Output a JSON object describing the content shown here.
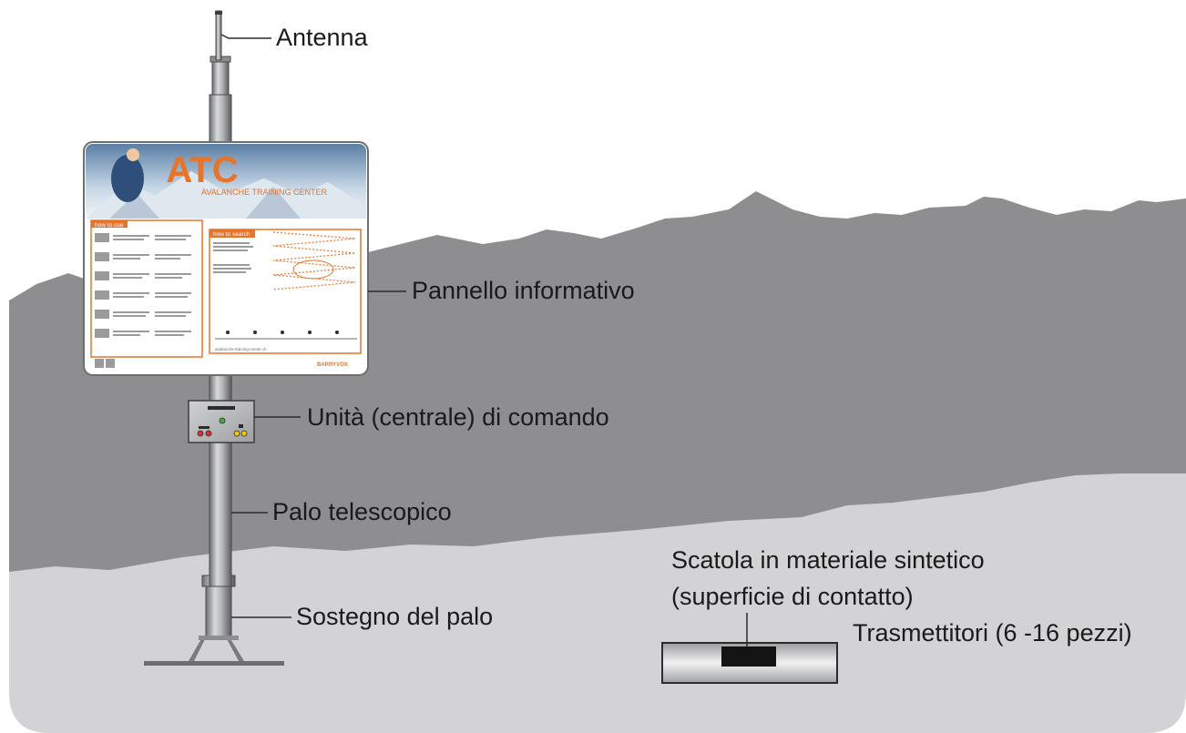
{
  "labels": {
    "antenna": "Antenna",
    "panel": "Pannello informativo",
    "control_unit": "Unità (centrale) di comando",
    "telescopic_pole": "Palo telescopico",
    "pole_support": "Sostegno del palo",
    "box_line1": "Scatola in materiale sintetico",
    "box_line2": "(superficie di contatto)",
    "transmitters": "Trasmettitori (6 -16 pezzi)"
  },
  "sign": {
    "logo": "ATC",
    "subtitle": "AVALANCHE TRAINING CENTER",
    "section_use": "how to use",
    "section_search": "how to search",
    "brand": "BARRYVOX",
    "website": "avalanche-training-center.ch"
  },
  "colors": {
    "mountains_dark": "#8e8e91",
    "snow_light": "#d3d3d6",
    "pole": "#a9aaad",
    "accent_orange": "#e8742a"
  }
}
